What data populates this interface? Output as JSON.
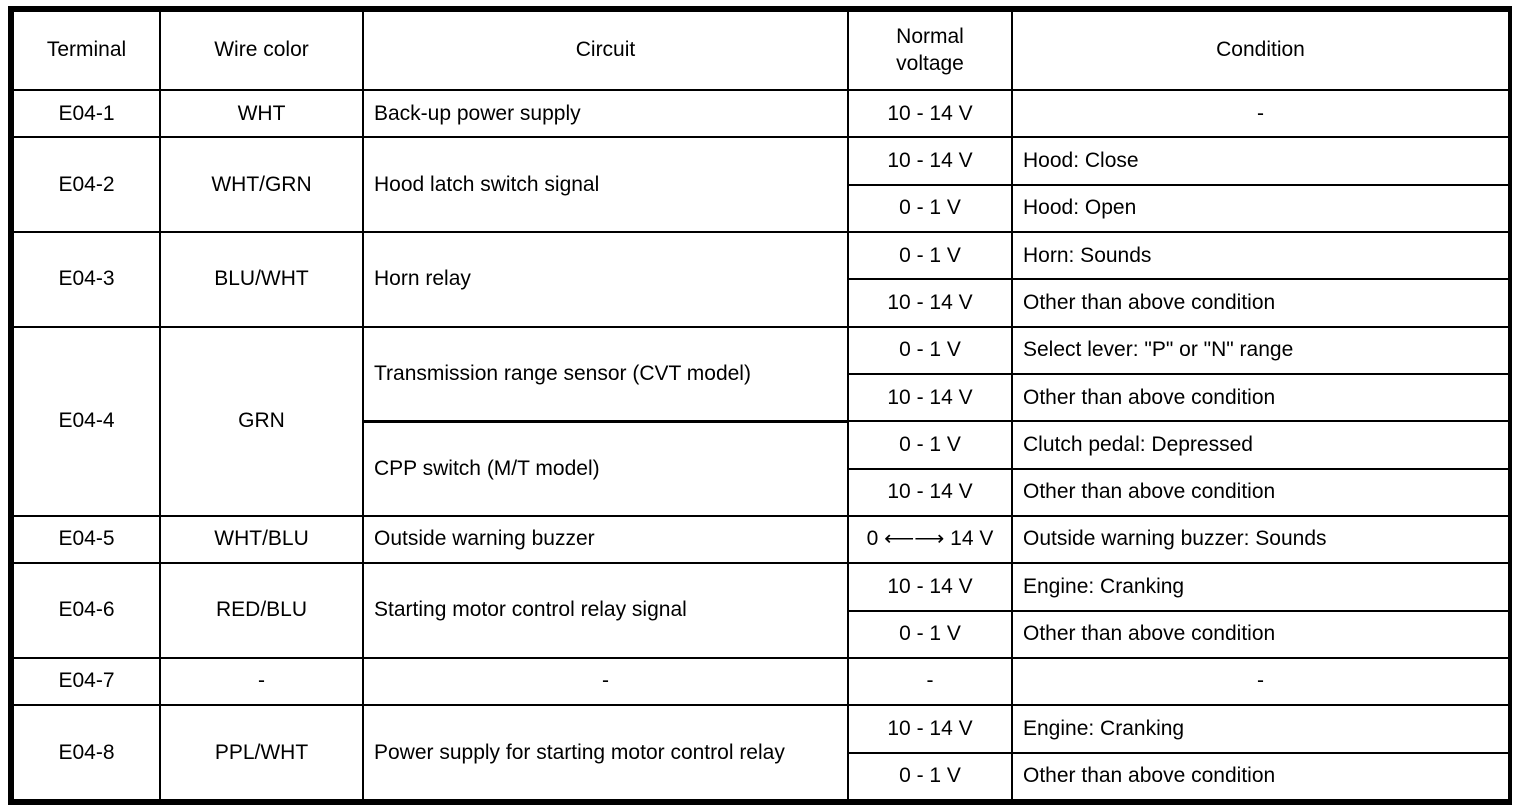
{
  "table": {
    "columns": [
      {
        "key": "terminal",
        "label": "Terminal"
      },
      {
        "key": "wire_color",
        "label": "Wire color"
      },
      {
        "key": "circuit",
        "label": "Circuit"
      },
      {
        "key": "normal_voltage",
        "label": "Normal\nvoltage"
      },
      {
        "key": "condition",
        "label": "Condition"
      }
    ],
    "header": {
      "terminal": "Terminal",
      "wire_color": "Wire color",
      "circuit": "Circuit",
      "normal_voltage_line1": "Normal",
      "normal_voltage_line2": "voltage",
      "condition": "Condition"
    },
    "dash": "-",
    "rows": [
      {
        "terminal": "E04-1",
        "wire_color": "WHT",
        "circuits": [
          {
            "circuit": "Back-up power supply",
            "measurements": [
              {
                "normal_voltage": "10 - 14 V",
                "condition": "-"
              }
            ]
          }
        ]
      },
      {
        "terminal": "E04-2",
        "wire_color": "WHT/GRN",
        "circuits": [
          {
            "circuit": "Hood latch switch signal",
            "measurements": [
              {
                "normal_voltage": "10 - 14 V",
                "condition": "Hood: Close"
              },
              {
                "normal_voltage": "0 - 1 V",
                "condition": "Hood: Open"
              }
            ]
          }
        ]
      },
      {
        "terminal": "E04-3",
        "wire_color": "BLU/WHT",
        "circuits": [
          {
            "circuit": "Horn relay",
            "measurements": [
              {
                "normal_voltage": "0 - 1 V",
                "condition": "Horn: Sounds"
              },
              {
                "normal_voltage": "10 - 14 V",
                "condition": "Other than above condition"
              }
            ]
          }
        ]
      },
      {
        "terminal": "E04-4",
        "wire_color": "GRN",
        "circuits": [
          {
            "circuit": "Transmission range sensor (CVT model)",
            "measurements": [
              {
                "normal_voltage": "0 - 1 V",
                "condition": "Select lever: \"P\" or \"N\" range"
              },
              {
                "normal_voltage": "10 - 14 V",
                "condition": "Other than above condition"
              }
            ]
          },
          {
            "circuit": "CPP switch (M/T model)",
            "measurements": [
              {
                "normal_voltage": "0 - 1 V",
                "condition": "Clutch pedal: Depressed"
              },
              {
                "normal_voltage": "10 - 14 V",
                "condition": "Other than above condition"
              }
            ]
          }
        ]
      },
      {
        "terminal": "E04-5",
        "wire_color": "WHT/BLU",
        "circuits": [
          {
            "circuit": "Outside warning buzzer",
            "measurements": [
              {
                "normal_voltage": "0 ⟵⟶ 14 V",
                "condition": "Outside warning buzzer: Sounds"
              }
            ]
          }
        ]
      },
      {
        "terminal": "E04-6",
        "wire_color": "RED/BLU",
        "circuits": [
          {
            "circuit": "Starting motor control relay signal",
            "measurements": [
              {
                "normal_voltage": "10 - 14 V",
                "condition": "Engine: Cranking"
              },
              {
                "normal_voltage": "0 - 1 V",
                "condition": "Other than above condition"
              }
            ]
          }
        ]
      },
      {
        "terminal": "E04-7",
        "wire_color": "-",
        "circuits": [
          {
            "circuit": "-",
            "measurements": [
              {
                "normal_voltage": "-",
                "condition": "-"
              }
            ]
          }
        ]
      },
      {
        "terminal": "E04-8",
        "wire_color": "PPL/WHT",
        "circuits": [
          {
            "circuit": "Power supply for starting motor control relay",
            "measurements": [
              {
                "normal_voltage": "10 - 14 V",
                "condition": "Engine: Cranking"
              },
              {
                "normal_voltage": "0 - 1 V",
                "condition": "Other than above condition"
              }
            ]
          }
        ]
      }
    ]
  }
}
